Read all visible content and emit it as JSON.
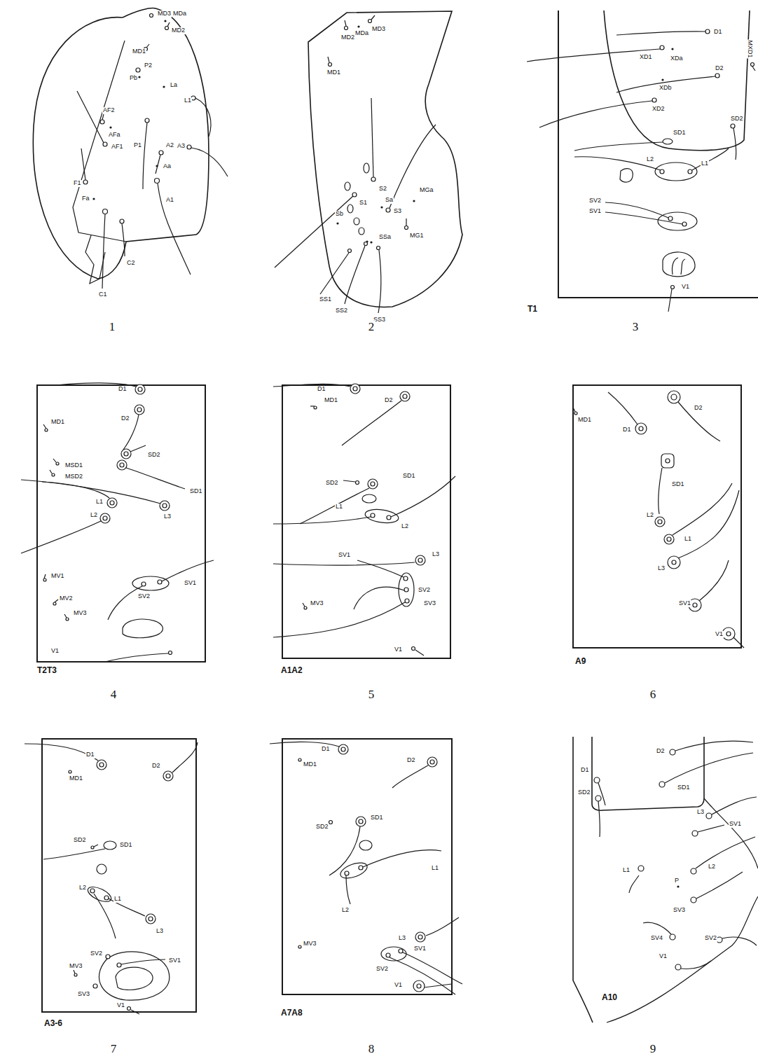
{
  "diagram": {
    "labels": [
      "MD3",
      "MDa",
      "MD1",
      "MD2",
      "P2",
      "Pb",
      "La",
      "L1",
      "AF2",
      "AFa",
      "AF1",
      "P1",
      "A2",
      "A3",
      "Aa",
      "F1",
      "Fa",
      "A1",
      "C2",
      "C1",
      "MD2",
      "MDa",
      "MD3",
      "MD1",
      "S2",
      "Sa",
      "MGa",
      "S1",
      "Sb",
      "S3",
      "SSa",
      "MG1",
      "SS1",
      "SS2",
      "SS3",
      "D1",
      "XD1",
      "XDa",
      "MXD1",
      "D2",
      "XDb",
      "XD2",
      "SD2",
      "SD1",
      "L2",
      "L1",
      "SV2",
      "SV1",
      "V1",
      "T1",
      "D1",
      "D2",
      "MD1",
      "SD2",
      "MSD1",
      "MSD2",
      "SD1",
      "L1",
      "L3",
      "L2",
      "MV1",
      "MV2",
      "MV3",
      "SV2",
      "SV1",
      "V1",
      "T2T3",
      "D1",
      "D2",
      "MD1",
      "SD2",
      "SD1",
      "L1",
      "L2",
      "SV1",
      "L3",
      "SV2",
      "SV3",
      "MV3",
      "V1",
      "A1A2",
      "D2",
      "MD1",
      "D1",
      "SD1",
      "L2",
      "L1",
      "L3",
      "SV1",
      "V1",
      "A9",
      "D1",
      "MD1",
      "D2",
      "SD2",
      "SD1",
      "L2",
      "L1",
      "L3",
      "SV2",
      "SV1",
      "MV3",
      "SV3",
      "V1",
      "A3-6",
      "D1",
      "MD1",
      "D2",
      "SD2",
      "SD1",
      "L1",
      "L2",
      "L3",
      "MV3",
      "SV1",
      "SV2",
      "V1",
      "A7A8",
      "D1",
      "D2",
      "SD1",
      "SD2",
      "L3",
      "SV1",
      "L1",
      "P",
      "L2",
      "SV3",
      "SV4",
      "SV2",
      "V1",
      "A10",
      "1",
      "2",
      "3",
      "4",
      "5",
      "6",
      "7",
      "8",
      "9"
    ]
  }
}
